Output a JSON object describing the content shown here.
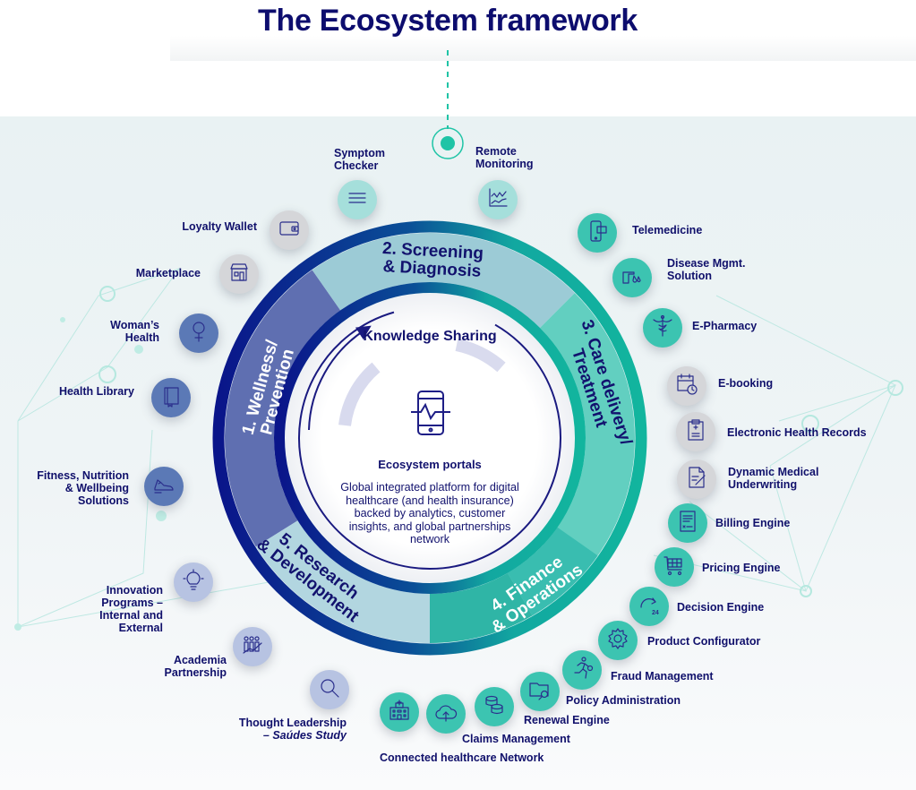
{
  "title": "The Ecosystem framework",
  "center": {
    "knowledge_sharing": "Knowledge Sharing",
    "portal_title": "Ecosystem portals",
    "portal_description": "Global integrated platform for digital healthcare (and health insurance) backed by analytics, customer insights, and global partnerships network",
    "portal_icon": "mobile-heartbeat-icon"
  },
  "segments": [
    {
      "label_line1": "1. Wellness/",
      "label_line2": "Prevention",
      "color": "#5f6fb1"
    },
    {
      "label_line1": "2. Screening",
      "label_line2": "& Diagnosis",
      "color": "#9ccbd6"
    },
    {
      "label_line1": "3. Care delivery/",
      "label_line2": "Treatment",
      "color": "#62cfc0"
    },
    {
      "label_line1": "4. Finance",
      "label_line2": "& Operations",
      "color": "#2fb5a6"
    },
    {
      "label_line1": "5. Research",
      "label_line2": "& Development",
      "color": "#b2d6e0"
    }
  ],
  "colors": {
    "navy": "#10106b",
    "teal": "#1fc4a6",
    "ring_dark": "#0a1a8a",
    "ring_teal": "#12b09c",
    "bubble_blue": "#5b79b6",
    "bubble_lavender": "#b7c3e2",
    "bubble_grey": "#d5d6d9",
    "bubble_mint": "#a5dfdb",
    "bubble_teal": "#3cc4b1"
  },
  "items": [
    {
      "label": "Symptom Checker",
      "icon": "menu-lines-icon"
    },
    {
      "label": "Remote Monitoring",
      "icon": "line-chart-icon"
    },
    {
      "label": "Loyalty Wallet",
      "icon": "wallet-icon"
    },
    {
      "label": "Marketplace",
      "icon": "storefront-icon"
    },
    {
      "label": "Woman's Health",
      "icon": "female-symbol-icon"
    },
    {
      "label": "Health Library",
      "icon": "book-icon"
    },
    {
      "label": "Fitness, Nutrition & Wellbeing Solutions",
      "icon": "sneaker-icon"
    },
    {
      "label": "Innovation Programs – Internal and External",
      "icon": "lightbulb-icon"
    },
    {
      "label": "Academia Partnership",
      "icon": "people-growth-icon"
    },
    {
      "label": "Thought Leadership",
      "label_italic": "– Saúdes Study",
      "icon": "magnifier-icon"
    },
    {
      "label": "Telemedicine",
      "icon": "phone-chat-icon"
    },
    {
      "label": "Disease Mgmt. Solution",
      "icon": "hand-drop-icon"
    },
    {
      "label": "E-Pharmacy",
      "icon": "caduceus-icon"
    },
    {
      "label": "E-booking",
      "icon": "calendar-clock-icon"
    },
    {
      "label": "Electronic Health Records",
      "icon": "clipboard-cross-icon"
    },
    {
      "label": "Dynamic Medical Underwriting",
      "icon": "document-pen-icon"
    },
    {
      "label": "Billing Engine",
      "icon": "invoice-icon"
    },
    {
      "label": "Pricing Engine",
      "icon": "cart-icon"
    },
    {
      "label": "Decision  Engine",
      "icon": "arrow-24-icon"
    },
    {
      "label": "Product Configurator",
      "icon": "gear-icon"
    },
    {
      "label": "Fraud Management",
      "icon": "running-thief-icon"
    },
    {
      "label": "Policy Administration",
      "icon": "folder-search-icon"
    },
    {
      "label": "Renewal Engine",
      "icon": "coins-icon"
    },
    {
      "label": "Claims Management",
      "icon": "cloud-upload-icon"
    },
    {
      "label": "Connected healthcare Network",
      "icon": "hospital-icon"
    }
  ],
  "items_24_badge": "24"
}
